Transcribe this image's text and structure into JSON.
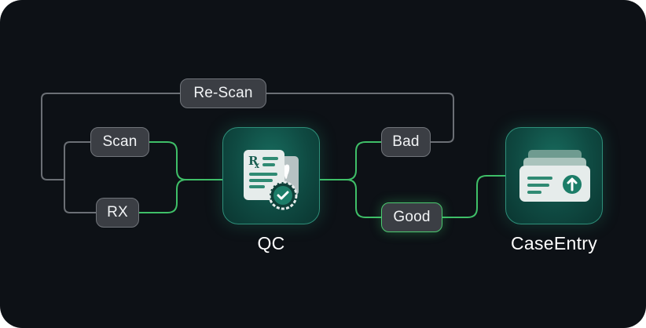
{
  "diagram": {
    "nodes": {
      "rescan": "Re-Scan",
      "scan": "Scan",
      "rx": "RX",
      "bad": "Bad",
      "good": "Good",
      "qc": "QC",
      "case_entry": "CaseEntry"
    },
    "icons": {
      "qc": "prescription-document-check-icon",
      "case_entry": "card-stack-upload-icon"
    },
    "colors": {
      "background": "#0d1116",
      "active_connector": "#3fbf68",
      "inactive_connector": "#6b6f75",
      "tile": "#134f45"
    }
  }
}
